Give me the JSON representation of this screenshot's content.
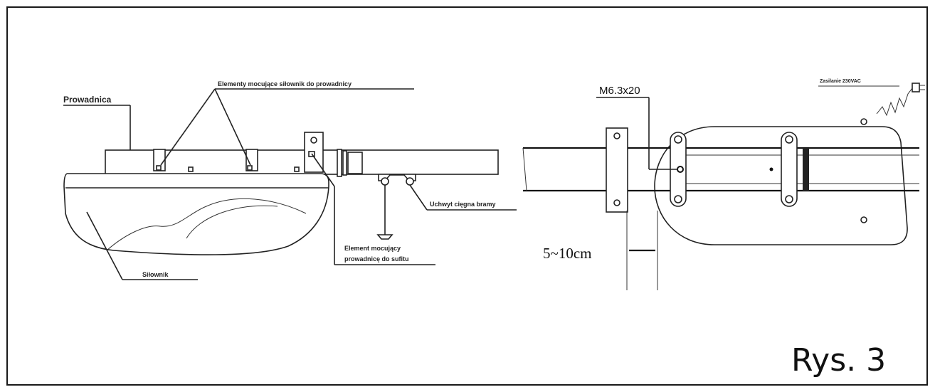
{
  "labels": {
    "guide_rail": "Prowadnica",
    "motor_mount_elements": "Elementy mocujące siłownik do prowadnicy",
    "ceiling_mount_line1": "Element mocujący",
    "ceiling_mount_line2": "prowadnicę do sufitu",
    "gate_pull_holder": "Uchwyt cięgna bramy",
    "motor": "Siłownik",
    "screw_size": "M6.3x20",
    "distance": "5~10cm",
    "power_supply": "Zasilanie 230VAC"
  },
  "figure_number": "Rys. 3"
}
